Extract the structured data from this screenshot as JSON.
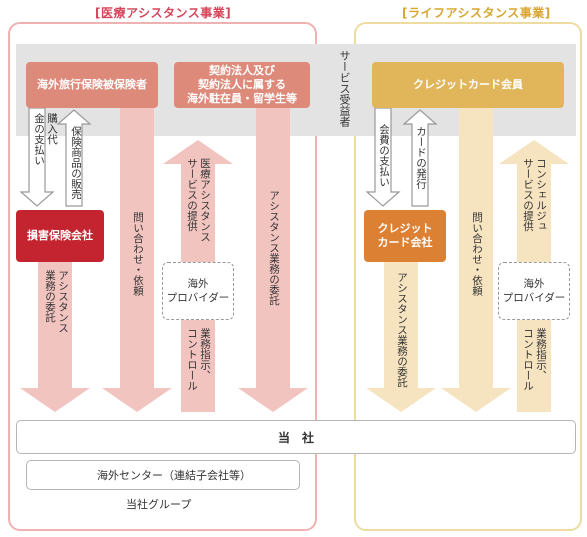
{
  "sections": {
    "medical_title": "[医療アシスタンス事業]",
    "life_title": "[ライフアシスタンス事業]"
  },
  "service_beneficiary_label": "サービス受益者",
  "boxes": {
    "overseas_travel_insured": "海外旅行保険被保険者",
    "corporate_expats": [
      "契約法人及び",
      "契約法人に属する",
      "海外駐在員・留学生等"
    ],
    "credit_card_members": "クレジットカード会員",
    "insurance_company": "損害保険会社",
    "card_company": [
      "クレジット",
      "カード会社"
    ],
    "overseas_provider_left": [
      "海外",
      "プロバイダー"
    ],
    "overseas_provider_right": [
      "海外",
      "プロバイダー"
    ]
  },
  "arrow_labels": {
    "purchase_payment": [
      "購入代",
      "金の支払い"
    ],
    "insurance_sales": [
      "保険商品の販売"
    ],
    "inquiry_left": [
      "問い合わせ・依頼"
    ],
    "medical_assistance_service": [
      "医療アシスタンス",
      "サービスの提供"
    ],
    "assistance_outsourcing_corp": [
      "アシスタンス業務の委託"
    ],
    "assistance_outsourcing_ins": [
      "アシスタンス",
      "業務の委託"
    ],
    "business_control_left": [
      "業務指示、",
      "コントロール"
    ],
    "fee_payment": [
      "会費の支払い"
    ],
    "card_issuance": [
      "カードの発行"
    ],
    "assistance_outsourcing_card": [
      "アシスタンス業務の委託"
    ],
    "inquiry_right": [
      "問い合わせ・依頼"
    ],
    "concierge_service": [
      "コンシェルジュ",
      "サービスの提供"
    ],
    "business_control_right": [
      "業務指示、",
      "コントロール"
    ]
  },
  "company_bar": "当　社",
  "overseas_center_bar": "海外センター（連結子会社等）",
  "group_label": "当社グループ",
  "colors": {
    "medical_accent": "#d6455a",
    "life_accent": "#d9a531",
    "box_salmon": "#dd8a7b",
    "box_gold": "#e1b65a",
    "box_red": "#c3242f",
    "box_orange": "#dc8034",
    "arrow_pink": "#f2c4c0",
    "arrow_cream": "#f6e3c0",
    "band_gray": "#e3e3e3"
  }
}
